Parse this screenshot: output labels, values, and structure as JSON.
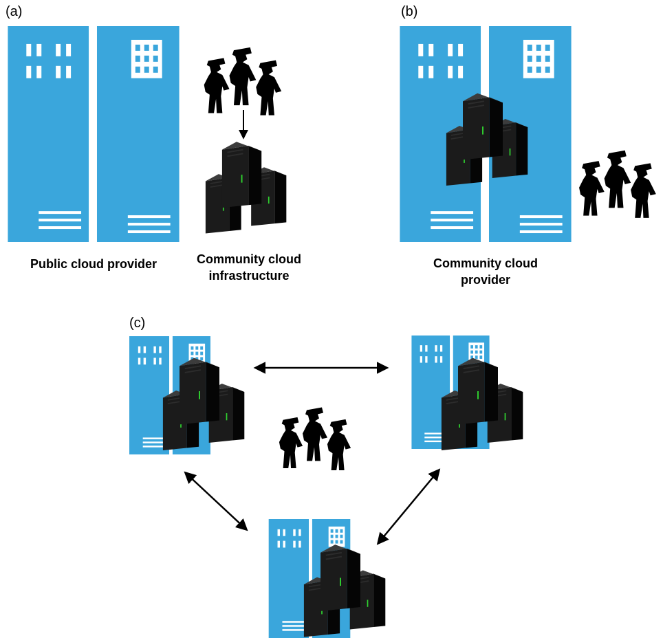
{
  "panels": {
    "a": "(a)",
    "b": "(b)",
    "c": "(c)"
  },
  "labels": {
    "public_provider": "Public cloud provider",
    "community_infrastructure": [
      "Community cloud",
      "infrastructure"
    ],
    "community_provider": [
      "Community cloud",
      "provider"
    ]
  },
  "colors": {
    "building": "#3aa6dc",
    "server": "#161616",
    "server_led": "#2fd12f",
    "arrow": "#000000"
  },
  "icons": {
    "building": "datacenter-building-icon",
    "servers": "server-stack-icon",
    "people": "people-group-icon"
  }
}
